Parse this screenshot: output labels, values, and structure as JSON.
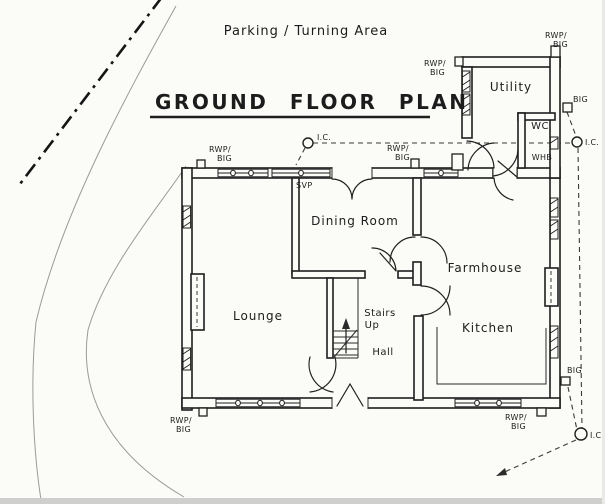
{
  "drawing": {
    "site_label": "Parking / Turning Area",
    "title": "GROUND FLOOR PLAN",
    "rooms": {
      "utility": "Utility",
      "wc": "WC",
      "whb": "WHB",
      "dining": "Dining Room",
      "kitchen_line1": "Farmhouse",
      "kitchen_line2": "Kitchen",
      "lounge": "Lounge",
      "hall": "Hall",
      "stairs_line1": "Stairs",
      "stairs_line2": "Up"
    },
    "annotations": {
      "svp": "SVP",
      "rwp_line1": "RWP/",
      "rwp_line2": "BIG",
      "big": "BIG",
      "ic": "I.C.",
      "ic_short": "I.C"
    },
    "colors": {
      "ink": "#1f1f1f",
      "paper": "#fbfbf8",
      "site_line": "#9a9a9a",
      "drain_dash": "#3a3a3a"
    }
  }
}
